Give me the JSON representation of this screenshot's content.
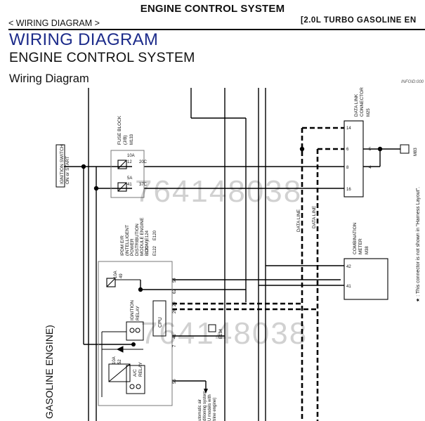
{
  "header": {
    "center_title": "ENGINE CONTROL SYSTEM",
    "breadcrumb": "< WIRING DIAGRAM >",
    "variant": "[2.0L TURBO GASOLINE EN"
  },
  "title": {
    "main": "WIRING DIAGRAM",
    "sub": "ENGINE CONTROL SYSTEM",
    "section": "Wiring Diagram",
    "info_id": "INFOID:000"
  },
  "side_label": "GASOLINE ENGINE)",
  "side_note": "★ : This connector is not shown in \"Harness Layout\".",
  "watermark": "764148038",
  "diagram": {
    "ignition_switch": [
      "IGNITION SWITCH",
      "ON or START"
    ],
    "fuse_block": [
      "FUSE BLOCK",
      "(J/B)"
    ],
    "fuse_block_conn": "M133",
    "fuse_10a": "10A",
    "fuse_10a_no": "12",
    "fuse_5a": "5A",
    "fuse_5a_no": "41",
    "fuse_conn_20c": "20C",
    "fuse_conn_37c": "37C",
    "dlc": [
      "DATA LINK",
      "CONNECTOR"
    ],
    "dlc_conn": "M25",
    "dlc_pins": {
      "p14": "14",
      "p6": "6",
      "p8": "8",
      "p16": "16",
      "p5": "5",
      "p4": "4"
    },
    "ground_conn": "M83",
    "data_line_1": "DATA LINE",
    "data_line_2": "DATA LINE",
    "combination_meter": [
      "COMBINATION",
      "METER"
    ],
    "combination_meter_conn": "M38",
    "meter_pins": {
      "p42": "42",
      "p41": "41"
    },
    "ipdm": [
      "IPDM E/R",
      "(INTELLIGENT",
      "POWER",
      "DISTRIBUTION",
      "MODULE ENGINE",
      "ROOM)"
    ],
    "ipdm_conns": {
      "c1": "E121",
      "c2": "E124",
      "c3": "E122",
      "c4": "E120"
    },
    "ipdm_fuse": "10A",
    "ipdm_fuse_no": "49",
    "ipdm_pins": {
      "p54": "54",
      "p62": "62",
      "p29": "29",
      "p26": "26",
      "p41": "41",
      "p7": "7",
      "p56": "56"
    },
    "cpu": "CPU",
    "ignition_relay": [
      "IGNITION",
      "RELAY"
    ],
    "ac_relay": [
      "A/C",
      "RELAY"
    ],
    "ac_fuse": "10A",
    "ac_fuse_no": "52",
    "e134_conn": "E134",
    "ac_note": [
      "utomatic air",
      "ditioning system",
      "U models with",
      "trine engine)"
    ]
  }
}
